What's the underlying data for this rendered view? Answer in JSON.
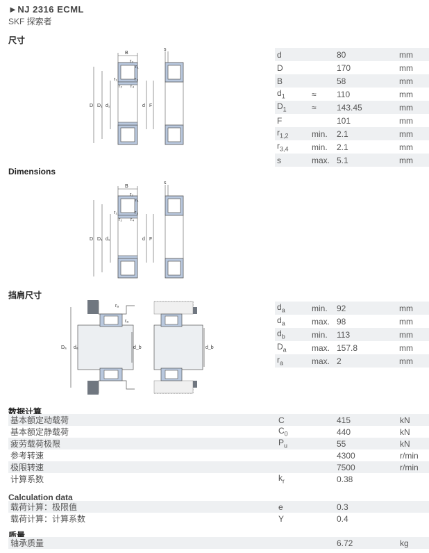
{
  "header": {
    "title": "►NJ 2316 ECML",
    "brand": "SKF 探索者"
  },
  "sections": {
    "dims_cn": "尺寸",
    "dims_en": "Dimensions",
    "abutment": "挡肩尺寸",
    "calc_cn": "数据计算",
    "calc_en": "Calculation data",
    "mass": "质量"
  },
  "dims": [
    {
      "sym": "d",
      "sub": "",
      "q": "",
      "val": "80",
      "unit": "mm"
    },
    {
      "sym": "D",
      "sub": "",
      "q": "",
      "val": "170",
      "unit": "mm"
    },
    {
      "sym": "B",
      "sub": "",
      "q": "",
      "val": "58",
      "unit": "mm"
    },
    {
      "sym": "d",
      "sub": "1",
      "q": "≈",
      "val": "110",
      "unit": "mm"
    },
    {
      "sym": "D",
      "sub": "1",
      "q": "≈",
      "val": "143.45",
      "unit": "mm"
    },
    {
      "sym": "F",
      "sub": "",
      "q": "",
      "val": "101",
      "unit": "mm"
    },
    {
      "sym": "r",
      "sub": "1,2",
      "q": "min.",
      "val": "2.1",
      "unit": "mm"
    },
    {
      "sym": "r",
      "sub": "3,4",
      "q": "min.",
      "val": "2.1",
      "unit": "mm"
    },
    {
      "sym": "s",
      "sub": "",
      "q": "max.",
      "val": "5.1",
      "unit": "mm"
    }
  ],
  "abut": [
    {
      "sym": "d",
      "sub": "a",
      "q": "min.",
      "val": "92",
      "unit": "mm"
    },
    {
      "sym": "d",
      "sub": "a",
      "q": "max.",
      "val": "98",
      "unit": "mm"
    },
    {
      "sym": "d",
      "sub": "b",
      "q": "min.",
      "val": "113",
      "unit": "mm"
    },
    {
      "sym": "D",
      "sub": "a",
      "q": "max.",
      "val": "157.8",
      "unit": "mm"
    },
    {
      "sym": "r",
      "sub": "a",
      "q": "max.",
      "val": "2",
      "unit": "mm"
    }
  ],
  "calc": [
    {
      "label": "基本额定动载荷",
      "sym": "C",
      "sub": "",
      "val": "415",
      "unit": "kN"
    },
    {
      "label": "基本额定静载荷",
      "sym": "C",
      "sub": "0",
      "val": "440",
      "unit": "kN"
    },
    {
      "label": "疲劳载荷极限",
      "sym": "P",
      "sub": "u",
      "val": "55",
      "unit": "kN"
    },
    {
      "label": "参考转速",
      "sym": "",
      "sub": "",
      "val": "4300",
      "unit": "r/min"
    },
    {
      "label": "极限转速",
      "sym": "",
      "sub": "",
      "val": "7500",
      "unit": "r/min"
    },
    {
      "label": "计算系数",
      "sym": "k",
      "sub": "r",
      "val": "0.38",
      "unit": ""
    }
  ],
  "calc2": [
    {
      "label": "载荷计算：极限值",
      "sym": "e",
      "sub": "",
      "val": "0.3",
      "unit": ""
    },
    {
      "label": "载荷计算：计算系数",
      "sym": "Y",
      "sub": "",
      "val": "0.4",
      "unit": ""
    }
  ],
  "massrow": {
    "label": "轴承质量",
    "val": "6.72",
    "unit": "kg"
  },
  "diagram_labels": {
    "B": "B",
    "s": "s",
    "D": "D",
    "D1": "D₁",
    "d1": "d₁",
    "d": "d",
    "F": "F",
    "r1": "r₁",
    "r2": "r₂",
    "r3": "r₃",
    "r4": "r₄",
    "Da": "Dₐ",
    "da": "dₐ",
    "db": "d_b",
    "ra": "rₐ"
  },
  "colors": {
    "bearing_fill": "#b9c8de",
    "row_bg": "#eef0f2",
    "housing": "#9aa0a6"
  }
}
